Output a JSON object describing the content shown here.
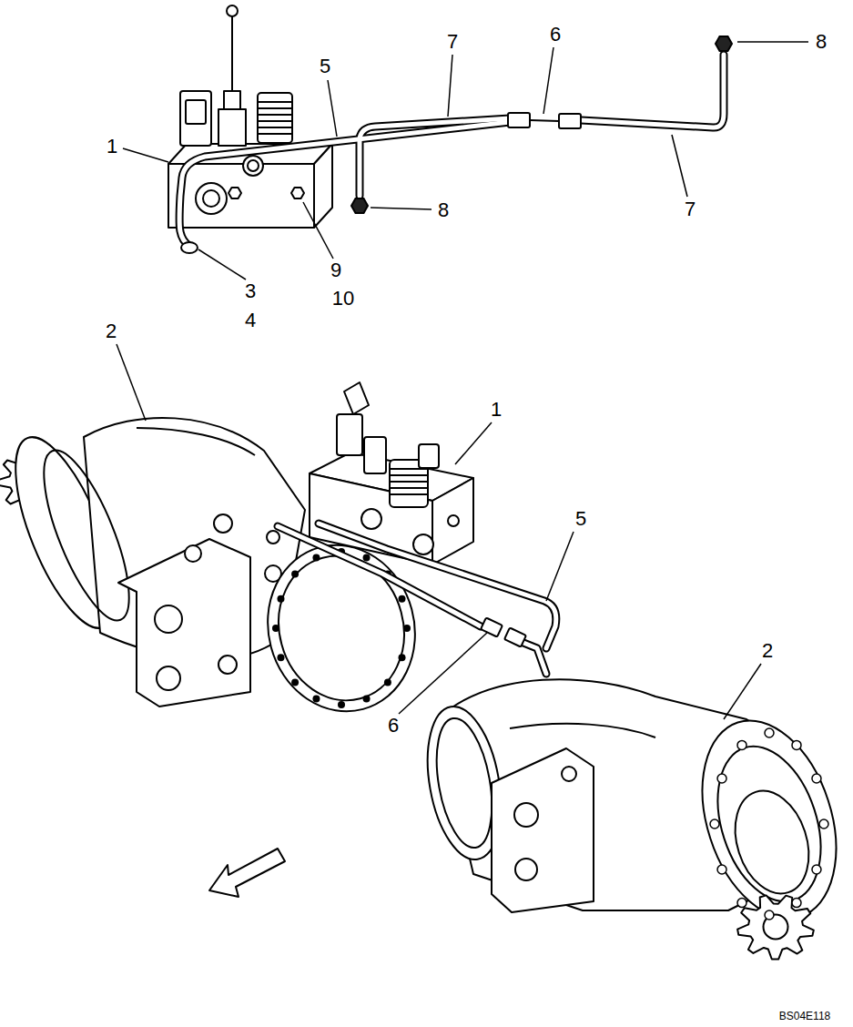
{
  "diagram": {
    "labels": [
      "6",
      "7",
      "8",
      "5",
      "1",
      "7",
      "8",
      "9",
      "3",
      "10",
      "4",
      "2",
      "1",
      "5",
      "2",
      "6",
      "BS04E118"
    ]
  }
}
